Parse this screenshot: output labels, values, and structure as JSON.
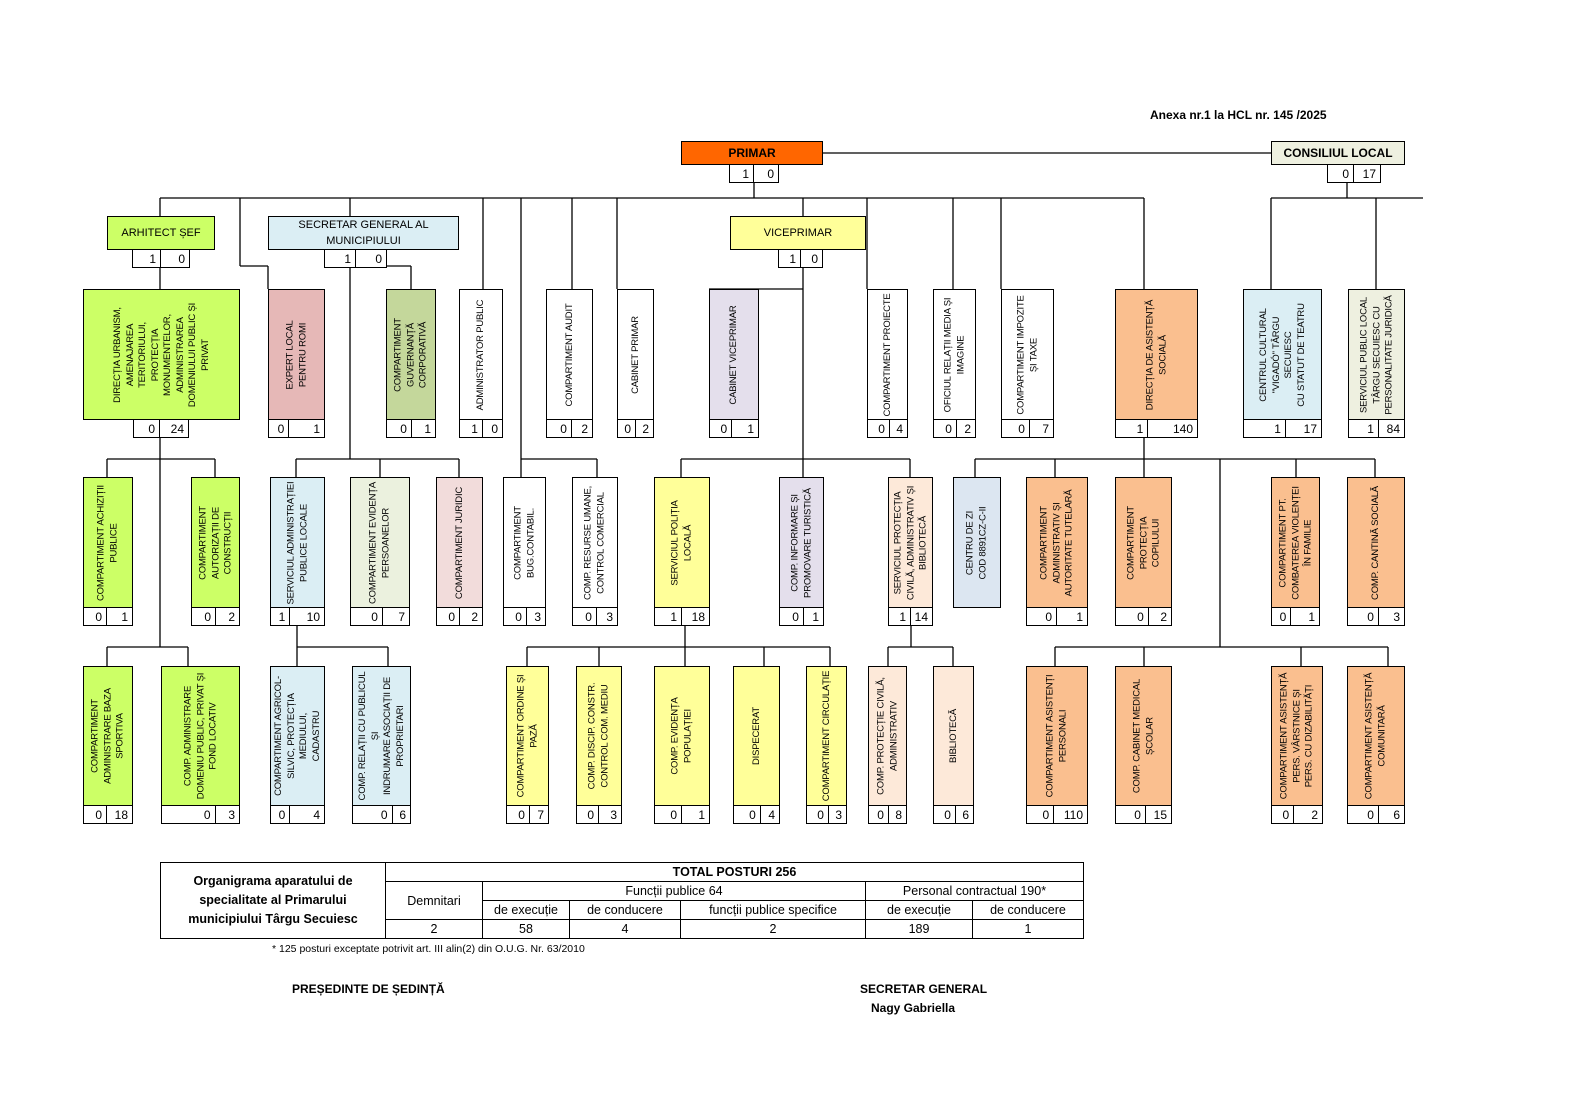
{
  "annex": "Anexa nr.1 la HCL nr.   145 /2025",
  "colors": {
    "primar": "#ff6600",
    "consiliu": "#eef0e0",
    "green": "#ccff66",
    "lightblue": "#dbeef4",
    "yellow": "#ffff99",
    "pink": "#e6b8b7",
    "olive": "#c4d79b",
    "lavender": "#e4dfec",
    "peach": "#fabf8f",
    "lightpeach": "#fde9d9",
    "lightgreen": "#ebf1de",
    "lightpink": "#f2dcdb",
    "steelblue": "#dce6f1",
    "white": "#ffffff"
  },
  "nodes": [
    {
      "id": "primar",
      "label": "PRIMAR",
      "counts": [
        "1",
        "0"
      ],
      "color": "primar"
    },
    {
      "id": "consiliu",
      "label": "CONSILIUL LOCAL",
      "counts": [
        "0",
        "17"
      ],
      "color": "consiliu"
    },
    {
      "id": "arhitect",
      "label": "ARHITECT ȘEF",
      "counts": [
        "1",
        "0"
      ],
      "color": "green"
    },
    {
      "id": "secretar",
      "label": "SECRETAR GENERAL AL MUNICIPIULUI",
      "counts": [
        "1",
        "0"
      ],
      "color": "lightblue"
    },
    {
      "id": "viceprimar",
      "label": "VICEPRIMAR",
      "counts": [
        "1",
        "0"
      ],
      "color": "yellow"
    },
    {
      "id": "dir_urbanism",
      "label": "DIRECȚIA URBANISM,\nAMENAJAREA TERITORIULUI,\nPROTECȚIA\nMONUMENTELOR,\nADMINISTRAREA\nDOMENIULUI PUBLIC ȘI\nPRIVAT",
      "counts": [
        "0",
        "24"
      ],
      "color": "green"
    },
    {
      "id": "expert_romi",
      "label": "EXPERT LOCAL\nPENTRU ROMI",
      "counts": [
        "0",
        "1"
      ],
      "color": "pink"
    },
    {
      "id": "guvernanta",
      "label": "COMPARTIMENT\nGUVERNANȚĂ CORPORATIVĂ",
      "counts": [
        "0",
        "1"
      ],
      "color": "olive"
    },
    {
      "id": "admin_public",
      "label": "ADMINISTRATOR PUBLIC",
      "counts": [
        "1",
        "0"
      ],
      "color": "white"
    },
    {
      "id": "audit",
      "label": "COMPARTIMENT AUDIT",
      "counts": [
        "0",
        "2"
      ],
      "color": "white"
    },
    {
      "id": "cabinet_primar",
      "label": "CABINET PRIMAR",
      "counts": [
        "0",
        "2"
      ],
      "color": "white"
    },
    {
      "id": "cabinet_vice",
      "label": "CABINET VICEPRIMAR",
      "counts": [
        "0",
        "1"
      ],
      "color": "lavender"
    },
    {
      "id": "proiecte",
      "label": "COMPARTIMENT PROIECTE",
      "counts": [
        "0",
        "4"
      ],
      "color": "white"
    },
    {
      "id": "relatii_media",
      "label": "OFICIUL RELAȚII MEDIA ȘI\nIMAGINE",
      "counts": [
        "0",
        "2"
      ],
      "color": "white"
    },
    {
      "id": "impozite",
      "label": "COMPARTIMENT IMPOZITE\nȘI TAXE",
      "counts": [
        "0",
        "7"
      ],
      "color": "white"
    },
    {
      "id": "dir_asistenta",
      "label": "DIRECȚIA DE ASISTENȚĂ\nSOCIALĂ",
      "counts": [
        "1",
        "140"
      ],
      "color": "peach"
    },
    {
      "id": "centru_cultural",
      "label": "CENTRUL CULTURAL\n\"VIGADÓ\" TÂRGU SECUIESC\nCU STATUT DE TEATRU",
      "counts": [
        "1",
        "17"
      ],
      "color": "lightblue"
    },
    {
      "id": "serviciu_public",
      "label": "SERVICIUL PUBLIC LOCAL\nTÂRGU SECUIESC CU\nPERSONALITATE JURIDICĂ",
      "counts": [
        "1",
        "84"
      ],
      "color": "consiliu"
    },
    {
      "id": "achizitii",
      "label": "COMPARTIMENT ACHIZIȚII\nPUBLICE",
      "counts": [
        "0",
        "1"
      ],
      "color": "green"
    },
    {
      "id": "autorizatii",
      "label": "COMPARTIMENT\nAUTORIZAȚII DE\nCONSTRUCȚII",
      "counts": [
        "0",
        "2"
      ],
      "color": "green"
    },
    {
      "id": "serv_admin_publice",
      "label": "SERVICIUL ADMINISTRAȚIEI\nPUBLICE LOCALE",
      "counts": [
        "1",
        "10"
      ],
      "color": "lightblue"
    },
    {
      "id": "evidenta_pers",
      "label": "COMPARTIMENT EVIDENȚA\nPERSOANELOR",
      "counts": [
        "0",
        "7"
      ],
      "color": "lightgreen"
    },
    {
      "id": "juridic",
      "label": "COMPARTIMENT JURIDIC",
      "counts": [
        "0",
        "2"
      ],
      "color": "lightpink"
    },
    {
      "id": "bug_contabil",
      "label": "COMPARTIMENT\nBUG.CONTABIL.",
      "counts": [
        "0",
        "3"
      ],
      "color": "white"
    },
    {
      "id": "resurse_umane",
      "label": "COMP. RESURSE UMANE,\nCONTROL COMERCIAL",
      "counts": [
        "0",
        "3"
      ],
      "color": "white"
    },
    {
      "id": "politia_locala",
      "label": "SERVICIUL POLIȚIA LOCALĂ",
      "counts": [
        "1",
        "18"
      ],
      "color": "yellow"
    },
    {
      "id": "informare_turism",
      "label": "COMP. INFORMARE ȘI\nPROMOVARE TURISTICĂ",
      "counts": [
        "0",
        "1"
      ],
      "color": "lavender"
    },
    {
      "id": "protectie_civila_serv",
      "label": "SERVICIUL PROTECȚIA\nCIVILĂ, ADMINISTRATIV ȘI\nBIBLIOTECĂ",
      "counts": [
        "1",
        "14"
      ],
      "color": "lightpeach"
    },
    {
      "id": "centru_zi",
      "label": "CENTRU DE ZI\nCOD 8891CZ-C-II",
      "counts": null,
      "color": "steelblue"
    },
    {
      "id": "autoritate_tutelara",
      "label": "COMPARTIMENT\nADMINISTRATIV ȘI\nAUTORITATE TUTELARĂ",
      "counts": [
        "0",
        "1"
      ],
      "color": "peach"
    },
    {
      "id": "protectia_copilului",
      "label": "COMPARTIMENT PROTECȚIA\nCOPILULUI",
      "counts": [
        "0",
        "2"
      ],
      "color": "peach"
    },
    {
      "id": "violenta_familie",
      "label": "COMPARTIMENT PT.\nCOMBATEREA VIOLENȚEI\nÎN FAMILIE",
      "counts": [
        "0",
        "1"
      ],
      "color": "peach"
    },
    {
      "id": "cantina",
      "label": "COMP. CANTINĂ SOCIALĂ",
      "counts": [
        "0",
        "3"
      ],
      "color": "peach"
    },
    {
      "id": "baza_sportiva",
      "label": "COMPARTIMENT\nADMINISTRARE BAZA\nSPORTIVA",
      "counts": [
        "0",
        "18"
      ],
      "color": "green"
    },
    {
      "id": "domeniu_public",
      "label": "COMP. ADMINISTRARE\nDOMENIU PUBLIC, PRIVAT ȘI\nFOND LOCATIV",
      "counts": [
        "0",
        "3"
      ],
      "color": "green"
    },
    {
      "id": "agricol",
      "label": "COMPARTIMENT AGRICOL-\nSILVIC, PROTECȚIA MEDIULUI,\nCADASTRU",
      "counts": [
        "0",
        "4"
      ],
      "color": "lightblue"
    },
    {
      "id": "relatii_public",
      "label": "COMP. RELAȚII CU PUBLICUL ȘI\nINDRUMARE ASOCIAȚII DE\nPROPRIETARI",
      "counts": [
        "0",
        "6"
      ],
      "color": "lightblue"
    },
    {
      "id": "ordine_paza",
      "label": "COMPARTIMENT ORDINE ȘI\nPAZĂ",
      "counts": [
        "0",
        "7"
      ],
      "color": "yellow"
    },
    {
      "id": "discip_constr",
      "label": "COMP. DISCIP. CONSTR.\nCONTROL COM. MEDIU",
      "counts": [
        "0",
        "3"
      ],
      "color": "yellow"
    },
    {
      "id": "evidenta_pop",
      "label": "COMP. EVIDENȚA POPULAȚIEI",
      "counts": [
        "0",
        "1"
      ],
      "color": "yellow"
    },
    {
      "id": "dispecerat",
      "label": "DISPECERAT",
      "counts": [
        "0",
        "4"
      ],
      "color": "yellow"
    },
    {
      "id": "circulatie",
      "label": "COMPARTIMENT CIRCULAȚIE",
      "counts": [
        "0",
        "3"
      ],
      "color": "yellow"
    },
    {
      "id": "protectie_civila",
      "label": "COMP. PROTECȚIE CIVILĂ,\nADMINISTRATIV",
      "counts": [
        "0",
        "8"
      ],
      "color": "lightpeach"
    },
    {
      "id": "biblioteca",
      "label": "BIBLIOTECĂ",
      "counts": [
        "0",
        "6"
      ],
      "color": "lightpeach"
    },
    {
      "id": "asistenti_personali",
      "label": "COMPARTIMENT ASISTENȚI\nPERSONALI",
      "counts": [
        "0",
        "110"
      ],
      "color": "peach"
    },
    {
      "id": "cabinet_medical",
      "label": "COMP. CABINET MEDICAL\nȘCOLAR",
      "counts": [
        "0",
        "15"
      ],
      "color": "peach"
    },
    {
      "id": "asistenta_varstnici",
      "label": "COMPARTIMENT ASISTENȚĂ\nPERS. VÂRSTNICE ȘI\nPERS. CU DIZABILITĂȚI",
      "counts": [
        "0",
        "2"
      ],
      "color": "peach"
    },
    {
      "id": "asistenta_comunitara",
      "label": "COMPARTIMENT ASISTENȚĂ\nCOMUNITARĂ",
      "counts": [
        "0",
        "6"
      ],
      "color": "peach"
    }
  ],
  "summary": {
    "title": "Organigrama aparatului de specialitate al Primarului municipiului Târgu Secuiesc",
    "total": "TOTAL POSTURI 256",
    "demnitari": "Demnitari",
    "functii_publice": "Funcții publice 64",
    "personal_contractual": "Personal contractual 190*",
    "cols": [
      "de execuție",
      "de conducere",
      "funcții publice specifice",
      "de execuție",
      "de conducere"
    ],
    "values": [
      "2",
      "58",
      "4",
      "2",
      "189",
      "1"
    ],
    "footnote": "* 125 posturi exceptate potrivit art. III alin(2) din O.U.G. Nr. 63/2010"
  },
  "signatures": {
    "left": "PREȘEDINTE DE ȘEDINȚĂ",
    "right_title": "SECRETAR GENERAL",
    "right_name": "Nagy Gabriella"
  }
}
